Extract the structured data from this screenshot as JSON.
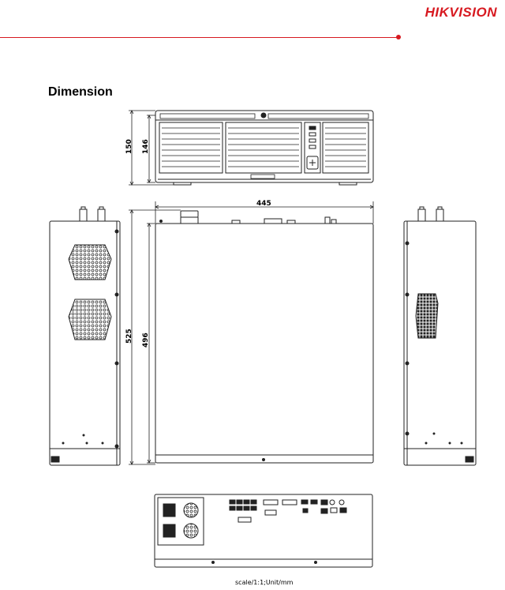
{
  "header": {
    "brand": "HIKVISION",
    "brand_color": "#d71920"
  },
  "section": {
    "title": "Dimension"
  },
  "dimensions": {
    "front_height_outer": "150",
    "front_height_inner": "146",
    "top_width": "445",
    "top_depth_outer": "525",
    "top_depth_inner": "496"
  },
  "footer": {
    "scale_note": "scale/1:1;Unit/mm"
  }
}
